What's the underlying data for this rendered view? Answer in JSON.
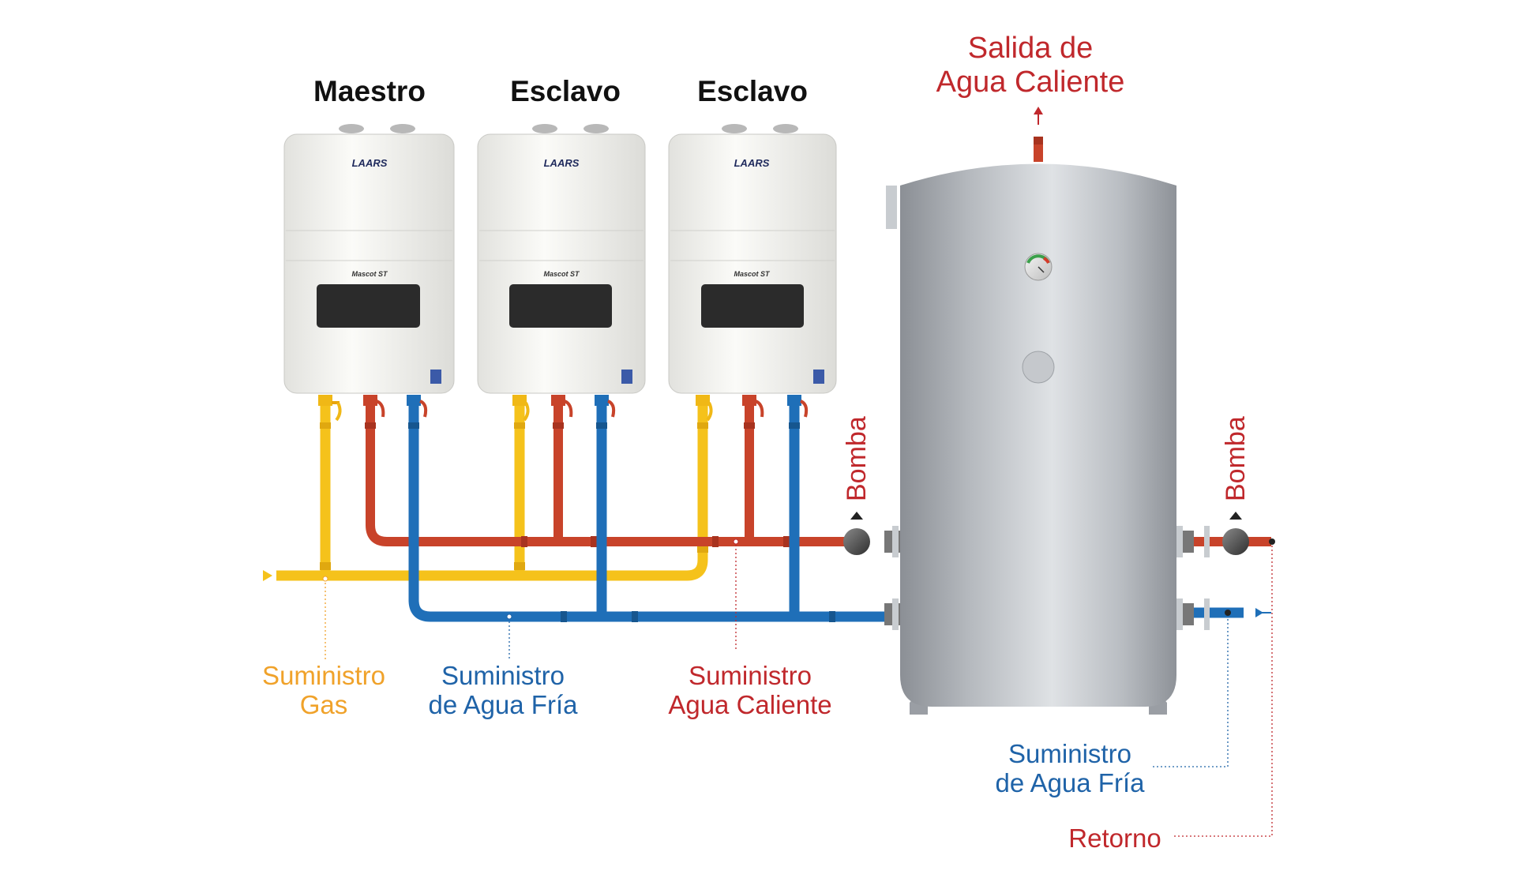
{
  "heaters": [
    {
      "title": "Maestro",
      "brand": "LAARS",
      "model": "Mascot ST"
    },
    {
      "title": "Esclavo",
      "brand": "LAARS",
      "model": "Mascot ST"
    },
    {
      "title": "Esclavo",
      "brand": "LAARS",
      "model": "Mascot ST"
    }
  ],
  "tank": {
    "outlet_label": [
      "Salida de",
      "Agua Caliente"
    ]
  },
  "pumps": {
    "left_label": "Bomba",
    "right_label": "Bomba"
  },
  "callouts": {
    "gas": [
      "Suministro",
      "Gas"
    ],
    "cold_left": [
      "Suministro",
      "de Agua Fría"
    ],
    "hot": [
      "Suministro",
      "Agua Caliente"
    ],
    "cold_right": [
      "Suministro",
      "de Agua Fría"
    ],
    "return": "Retorno"
  },
  "colors": {
    "gas": "#f5c21b",
    "hot": "#c8432a",
    "cold": "#1f6fb8",
    "gas_text": "#f0a22a",
    "cold_text": "#1f63a8",
    "hot_text": "#c0282c"
  }
}
